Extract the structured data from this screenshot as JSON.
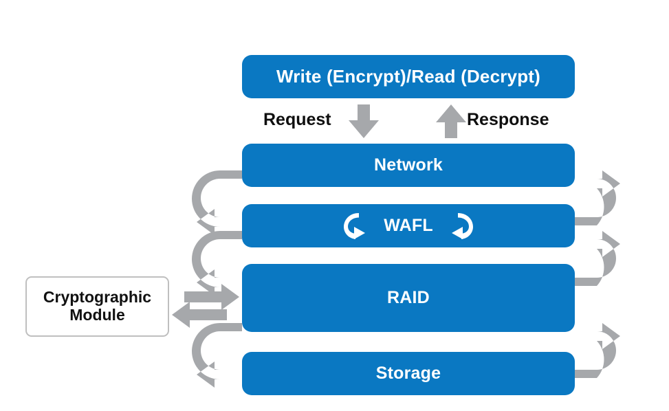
{
  "diagram": {
    "title": "Write (Encrypt)/Read (Decrypt) data flow through storage layers",
    "colors": {
      "layer_blue": "#0A78C2",
      "arrow_gray": "#A6A8AB",
      "module_border": "#BFBFBF",
      "layer_text": "#FFFFFF",
      "caption_text": "#0F0F0F",
      "background": "#FFFFFF"
    },
    "layers": [
      {
        "id": "top",
        "label": "Write (Encrypt)/Read (Decrypt)"
      },
      {
        "id": "network",
        "label": "Network"
      },
      {
        "id": "wafl",
        "label": "WAFL"
      },
      {
        "id": "raid",
        "label": "RAID"
      },
      {
        "id": "storage",
        "label": "Storage"
      }
    ],
    "flow": {
      "request_label": "Request",
      "response_label": "Response",
      "request_icon": "arrow-down-icon",
      "response_icon": "arrow-up-icon"
    },
    "module": {
      "label_line1": "Cryptographic",
      "label_line2": "Module",
      "label": "Cryptographic Module",
      "to_raid_icon": "arrow-right-icon",
      "from_raid_icon": "arrow-left-icon"
    },
    "wafl_icons": {
      "left": "refresh-clockwise-icon",
      "right": "refresh-counterclockwise-icon"
    },
    "connectors": {
      "left_label": "downward-loop-arrow",
      "right_label": "upward-loop-arrow",
      "left_count": 3,
      "right_count": 3
    }
  }
}
